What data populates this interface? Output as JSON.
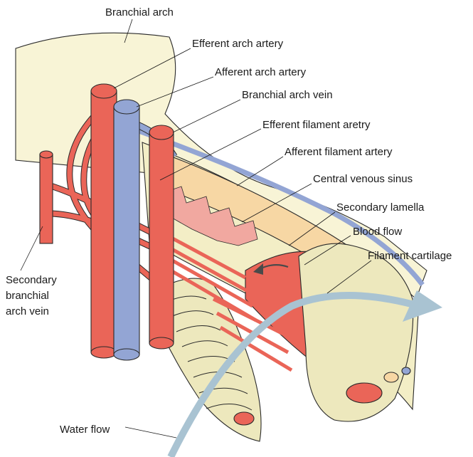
{
  "labels": {
    "branchial_arch": "Branchial arch",
    "efferent_arch_artery": "Efferent arch artery",
    "afferent_arch_artery": "Afferent arch artery",
    "branchial_arch_vein": "Branchial arch vein",
    "efferent_filament_artery": "Efferent filament aretry",
    "afferent_filament_artery": "Afferent filament artery",
    "central_venous_sinus": "Central venous sinus",
    "secondary_lamella": "Secondary lamella",
    "blood_flow": "Blood flow",
    "filament_cartilage": "Filament cartilage",
    "secondary_vein_line1": "Secondary",
    "secondary_vein_line2": "branchial",
    "secondary_vein_line3": "arch vein",
    "water_flow": "Water flow"
  },
  "colors": {
    "arch_tissue": "#f8f4d6",
    "artery": "#ea6558",
    "artery_dark": "#c94a40",
    "vein": "#93a5d4",
    "cartilage": "#f7d7a4",
    "sinus": "#f1a8a0",
    "lamella": "#ede8bd",
    "water_arrow": "#a9c3d2",
    "line": "#1a1a1a"
  }
}
